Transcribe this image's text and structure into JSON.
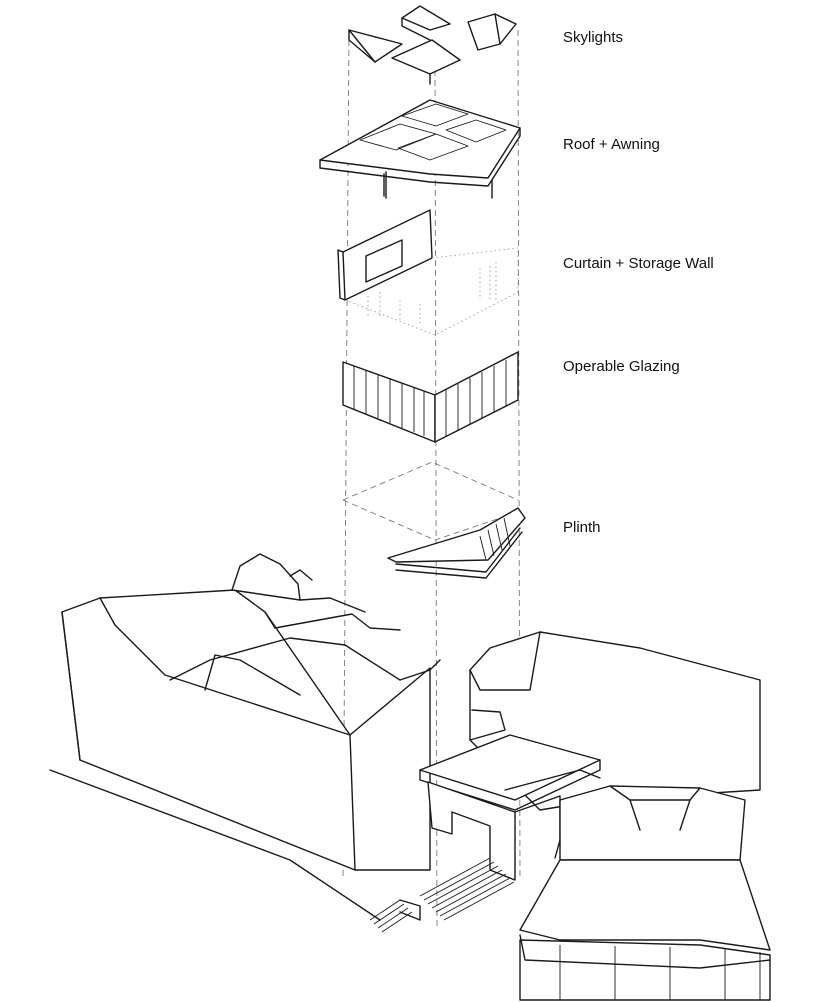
{
  "diagram": {
    "layers": [
      {
        "key": "skylights",
        "label": "Skylights"
      },
      {
        "key": "roof",
        "label": "Roof + Awning"
      },
      {
        "key": "curtain",
        "label": "Curtain + Storage Wall"
      },
      {
        "key": "glazing",
        "label": "Operable Glazing"
      },
      {
        "key": "plinth",
        "label": "Plinth"
      }
    ]
  },
  "colors": {
    "line": "#1a1a1a",
    "guide": "#7a7a7a",
    "background": "#ffffff"
  }
}
